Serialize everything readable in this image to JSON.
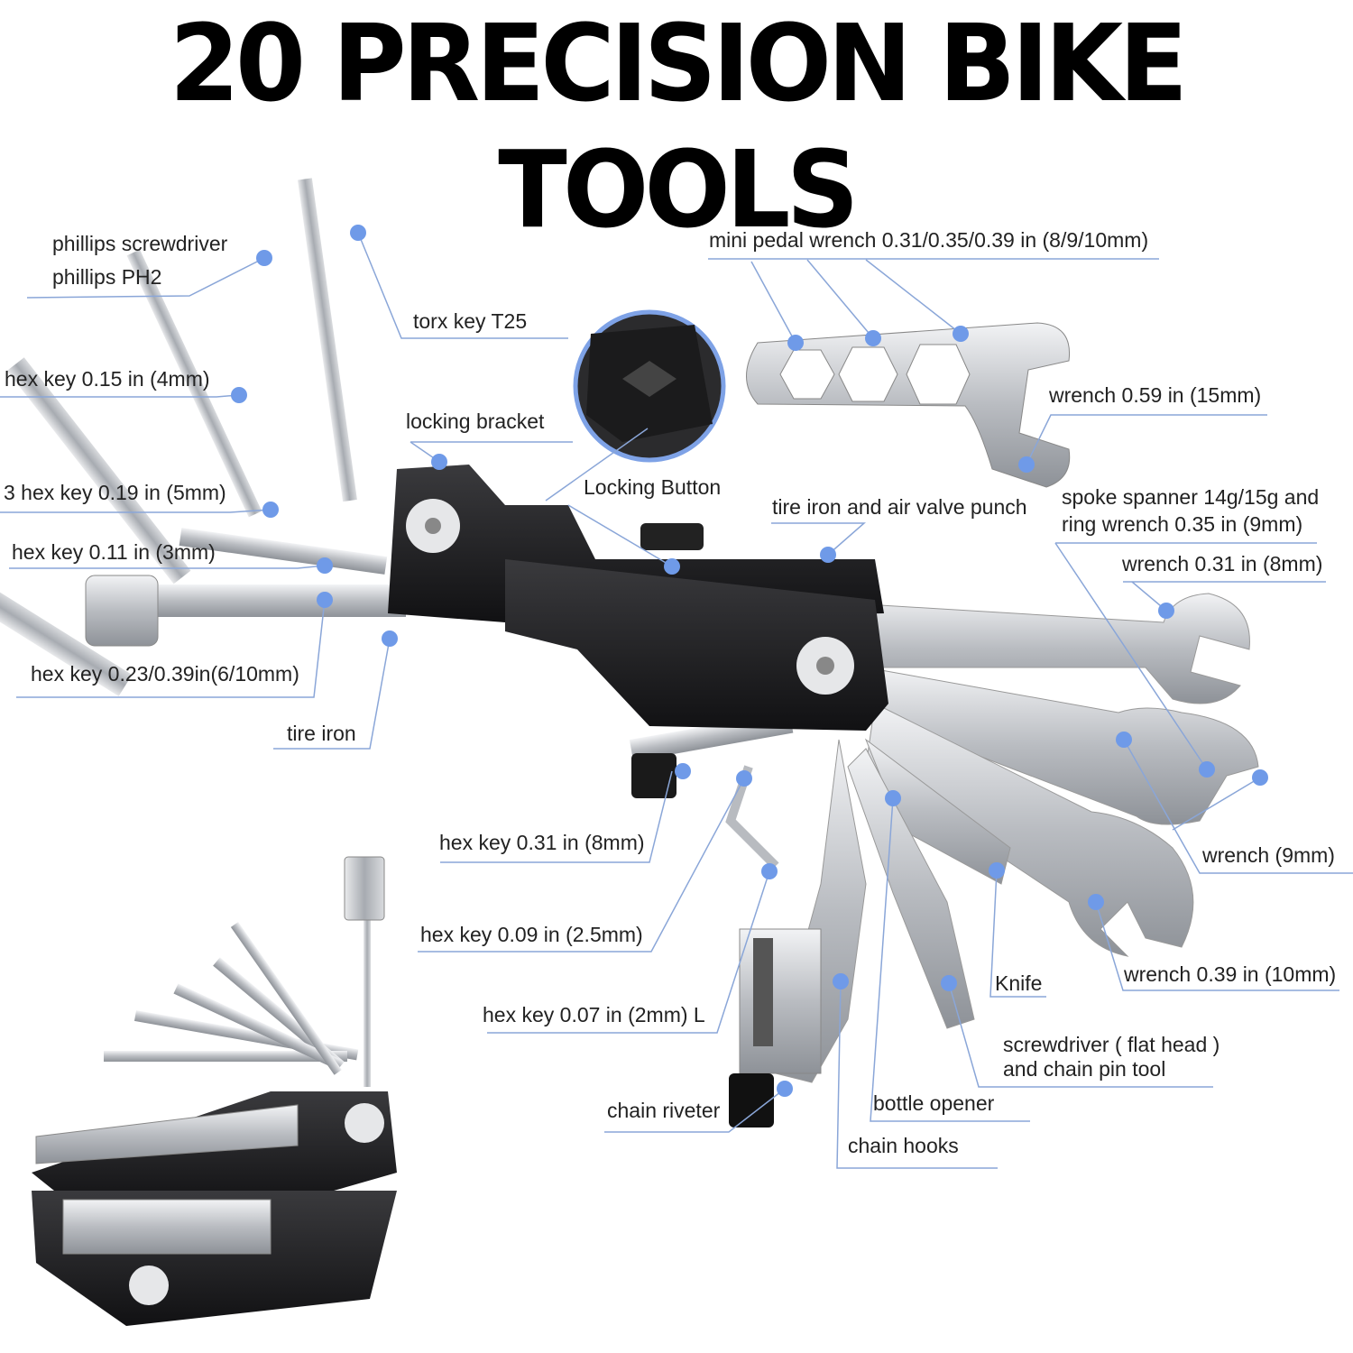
{
  "title": "20 PRECISION BIKE TOOLS",
  "labels": {
    "phillips_1": "phillips screwdriver",
    "phillips_2": "phillips PH2",
    "torx": "torx key T25",
    "hex4": "hex key 0.15 in (4mm)",
    "locking_bracket": "locking bracket",
    "locking_button": "Locking Button",
    "hex5": "3 hex key 0.19 in (5mm)",
    "hex3": "hex key 0.11 in (3mm)",
    "hex6_10": "hex key 0.23/0.39in(6/10mm)",
    "tire_iron": "tire iron",
    "pedal_wrench": "mini pedal wrench 0.31/0.35/0.39 in (8/9/10mm)",
    "wrench15": "wrench 0.59 in (15mm)",
    "tire_iron_valve": "tire iron and air valve punch",
    "spoke_1": "spoke spanner 14g/15g and",
    "spoke_2": "ring wrench 0.35 in (9mm)",
    "wrench8": "wrench 0.31 in (8mm)",
    "wrench9": "wrench (9mm)",
    "hex8": "hex key 0.31 in (8mm)",
    "hex25": "hex key 0.09 in (2.5mm)",
    "hex2": "hex key 0.07 in (2mm) L",
    "knife": "Knife",
    "wrench10": "wrench 0.39 in (10mm)",
    "flat_1": "screwdriver ( flat head )",
    "flat_2": "and chain pin tool",
    "chain_riveter": "chain riveter",
    "bottle_opener": "bottle opener",
    "chain_hooks": "chain hooks"
  },
  "colors": {
    "dot": "#6f9ae8",
    "leader": "#8aa6d8",
    "metal": "#c9ccd0",
    "body": "#1c1c1e"
  }
}
